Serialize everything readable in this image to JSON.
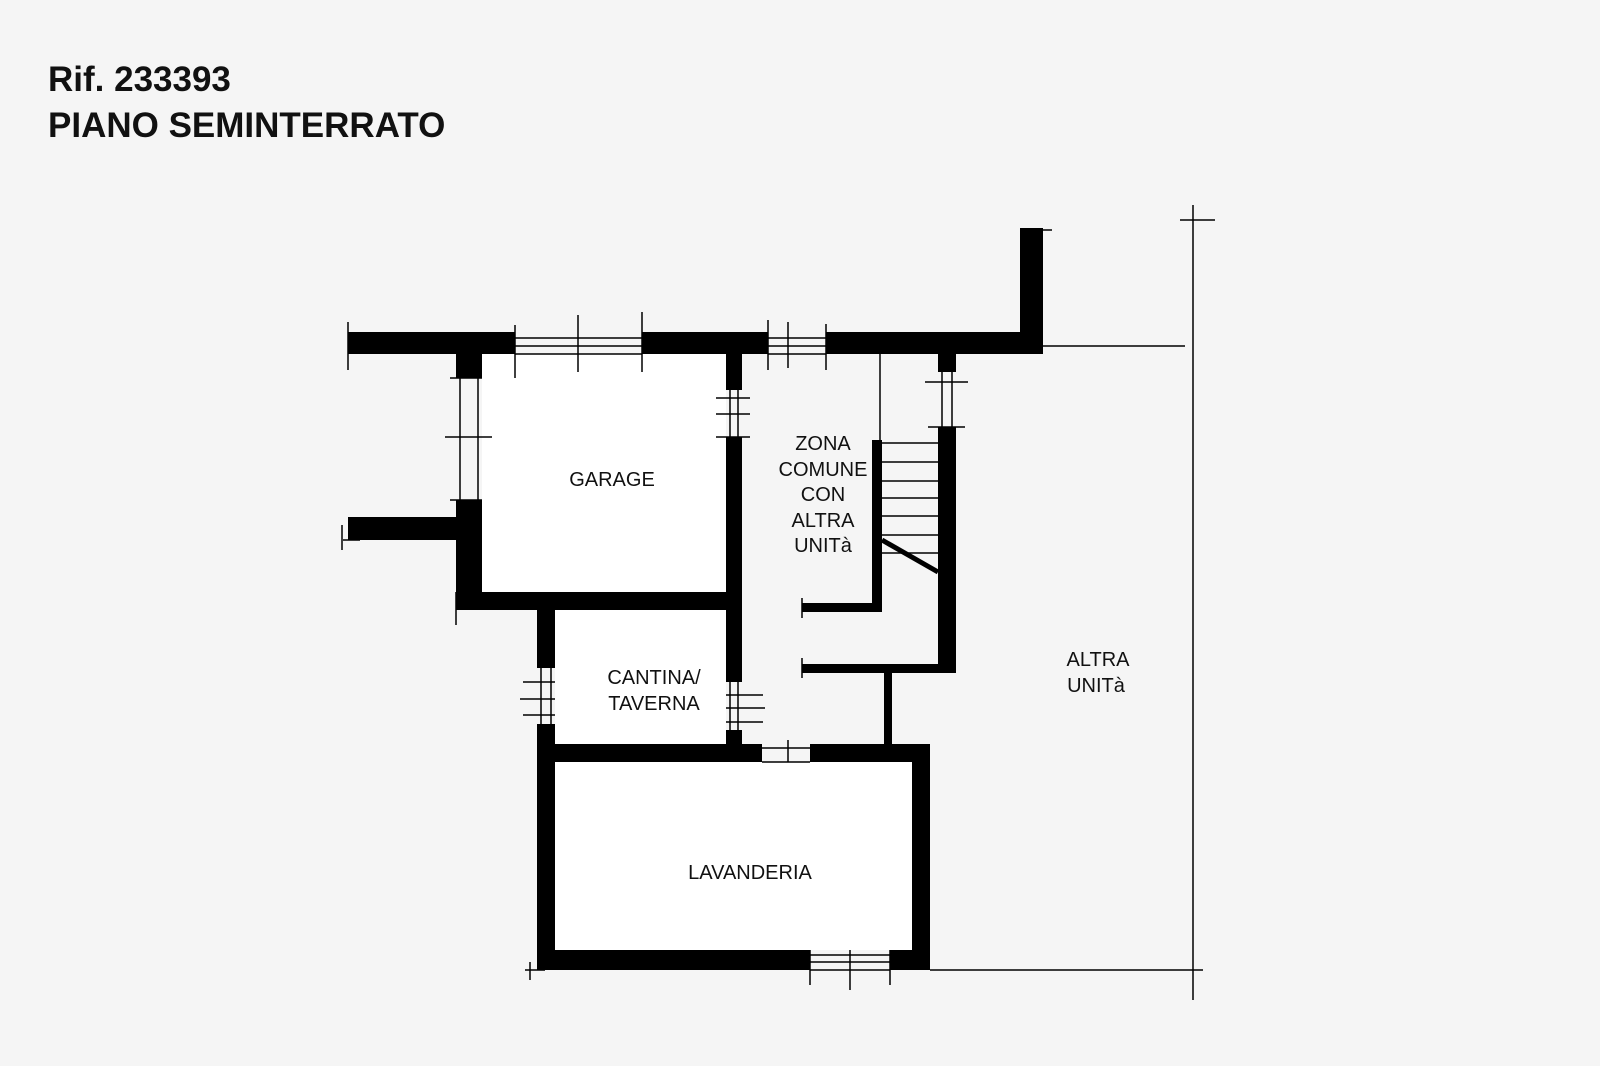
{
  "header": {
    "reference": "Rif. 233393",
    "floor": "PIANO SEMINTERRATO"
  },
  "rooms": {
    "garage": "GARAGE",
    "zona_comune": [
      "ZONA",
      "COMUNE",
      "CON",
      "ALTRA",
      "UNITà"
    ],
    "cantina": [
      "CANTINA/",
      "TAVERNA"
    ],
    "lavanderia": "LAVANDERIA",
    "altra_unita": [
      "ALTRA",
      "UNITà"
    ]
  },
  "colors": {
    "wall": "#000000",
    "room": "#ffffff",
    "background": "#f5f5f5"
  }
}
